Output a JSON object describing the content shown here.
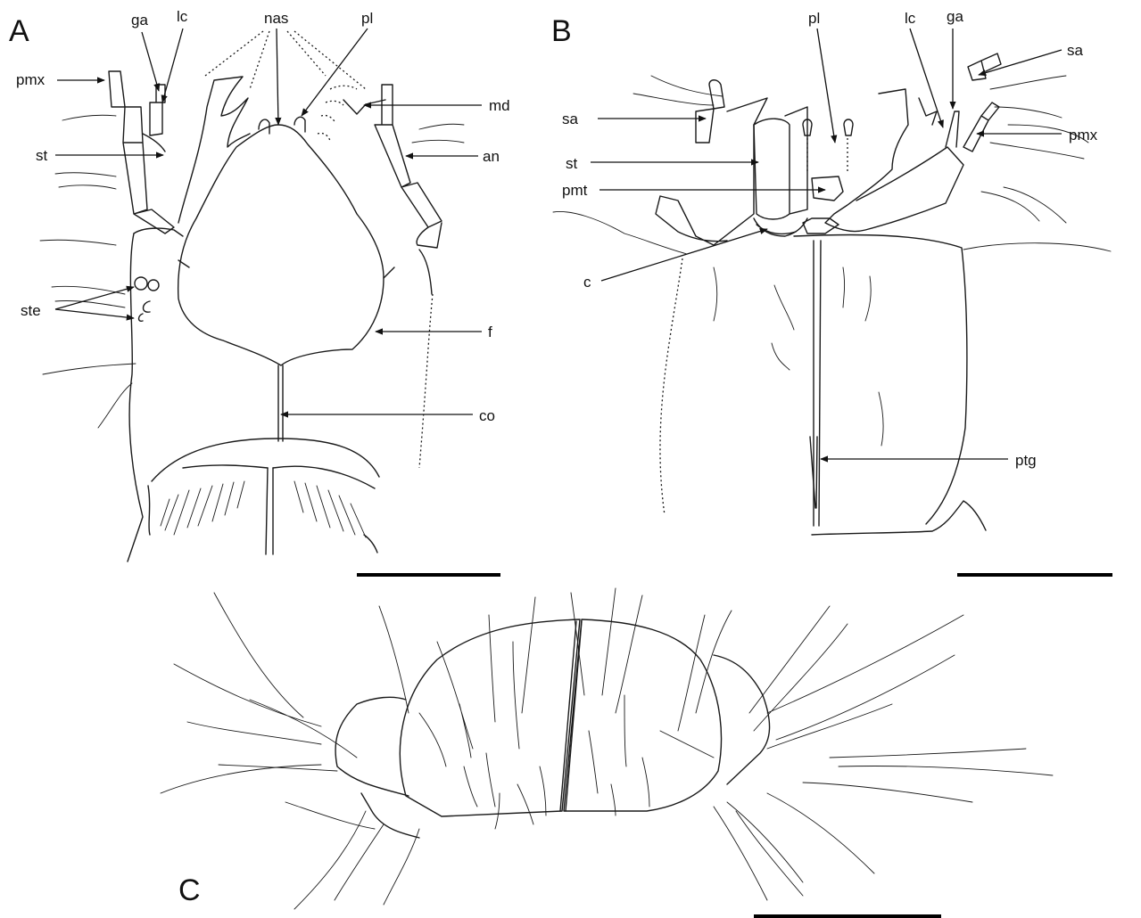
{
  "panels": {
    "a": "A",
    "b": "B",
    "c": "C"
  },
  "labels_a": {
    "ga": "ga",
    "lc": "lc",
    "nas": "nas",
    "pl": "pl",
    "pmx": "pmx",
    "md": "md",
    "st": "st",
    "an": "an",
    "ste": "ste",
    "f": "f",
    "co": "co"
  },
  "labels_b": {
    "pl": "pl",
    "lc": "lc",
    "ga": "ga",
    "sa_right": "sa",
    "sa_left": "sa",
    "pmx": "pmx",
    "st": "st",
    "pmt": "pmt",
    "c": "c",
    "ptg": "ptg"
  },
  "colors": {
    "line": "#1a1a1a",
    "background": "#ffffff"
  }
}
